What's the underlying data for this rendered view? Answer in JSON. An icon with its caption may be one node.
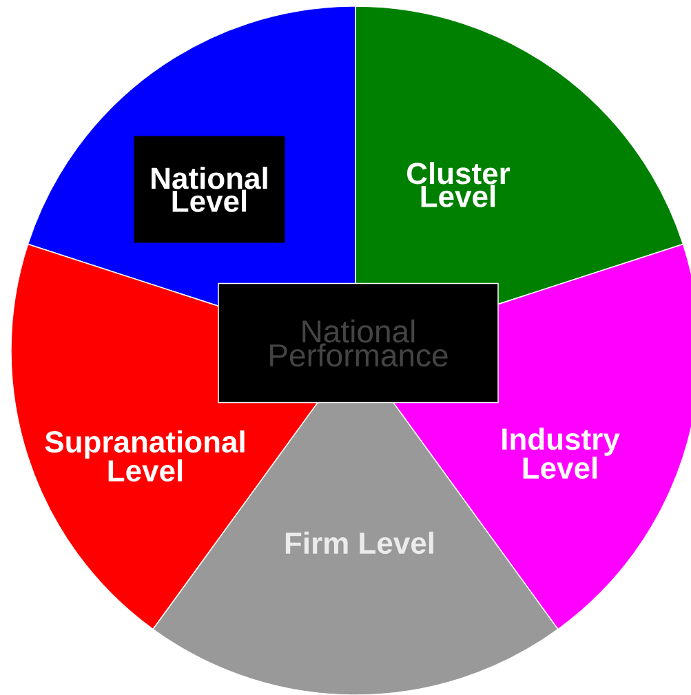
{
  "diagram": {
    "nodes": [
      {
        "text": [
          "National Level"
        ]
      },
      {
        "text": [
          "Cluster Level"
        ]
      },
      {
        "text": [
          "National Performance"
        ]
      },
      {
        "text": [
          "Supranational Level"
        ]
      },
      {
        "text": [
          "Industry Level"
        ]
      },
      {
        "text": [
          "Firm Level"
        ]
      }
    ]
  }
}
